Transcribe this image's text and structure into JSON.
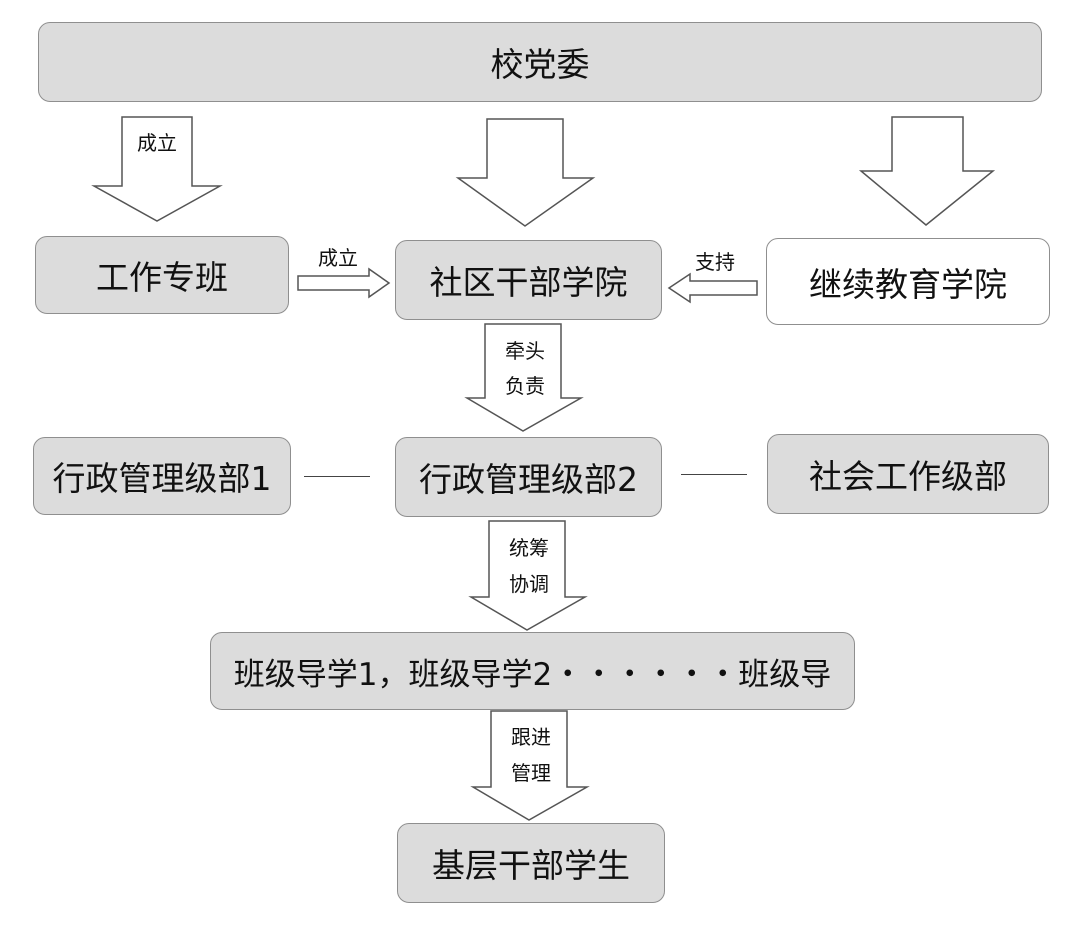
{
  "nodes": {
    "party_committee": "校党委",
    "task_force": "工作专班",
    "community_cadre_college": "社区干部学院",
    "continuing_education_college": "继续教育学院",
    "admin_dept_1": "行政管理级部1",
    "admin_dept_2": "行政管理级部2",
    "social_work_dept": "社会工作级部",
    "class_tutors": "班级导学1，班级导学2・・・・・・班级导",
    "grassroots_students": "基层干部学生"
  },
  "edges": {
    "establish_task_force": "成立",
    "establish_college": "成立",
    "support": "支持",
    "lead_responsible_1": "牵头",
    "lead_responsible_2": "负责",
    "coordinate_1": "统筹",
    "coordinate_2": "协调",
    "follow_up_1": "跟进",
    "follow_up_2": "管理"
  }
}
